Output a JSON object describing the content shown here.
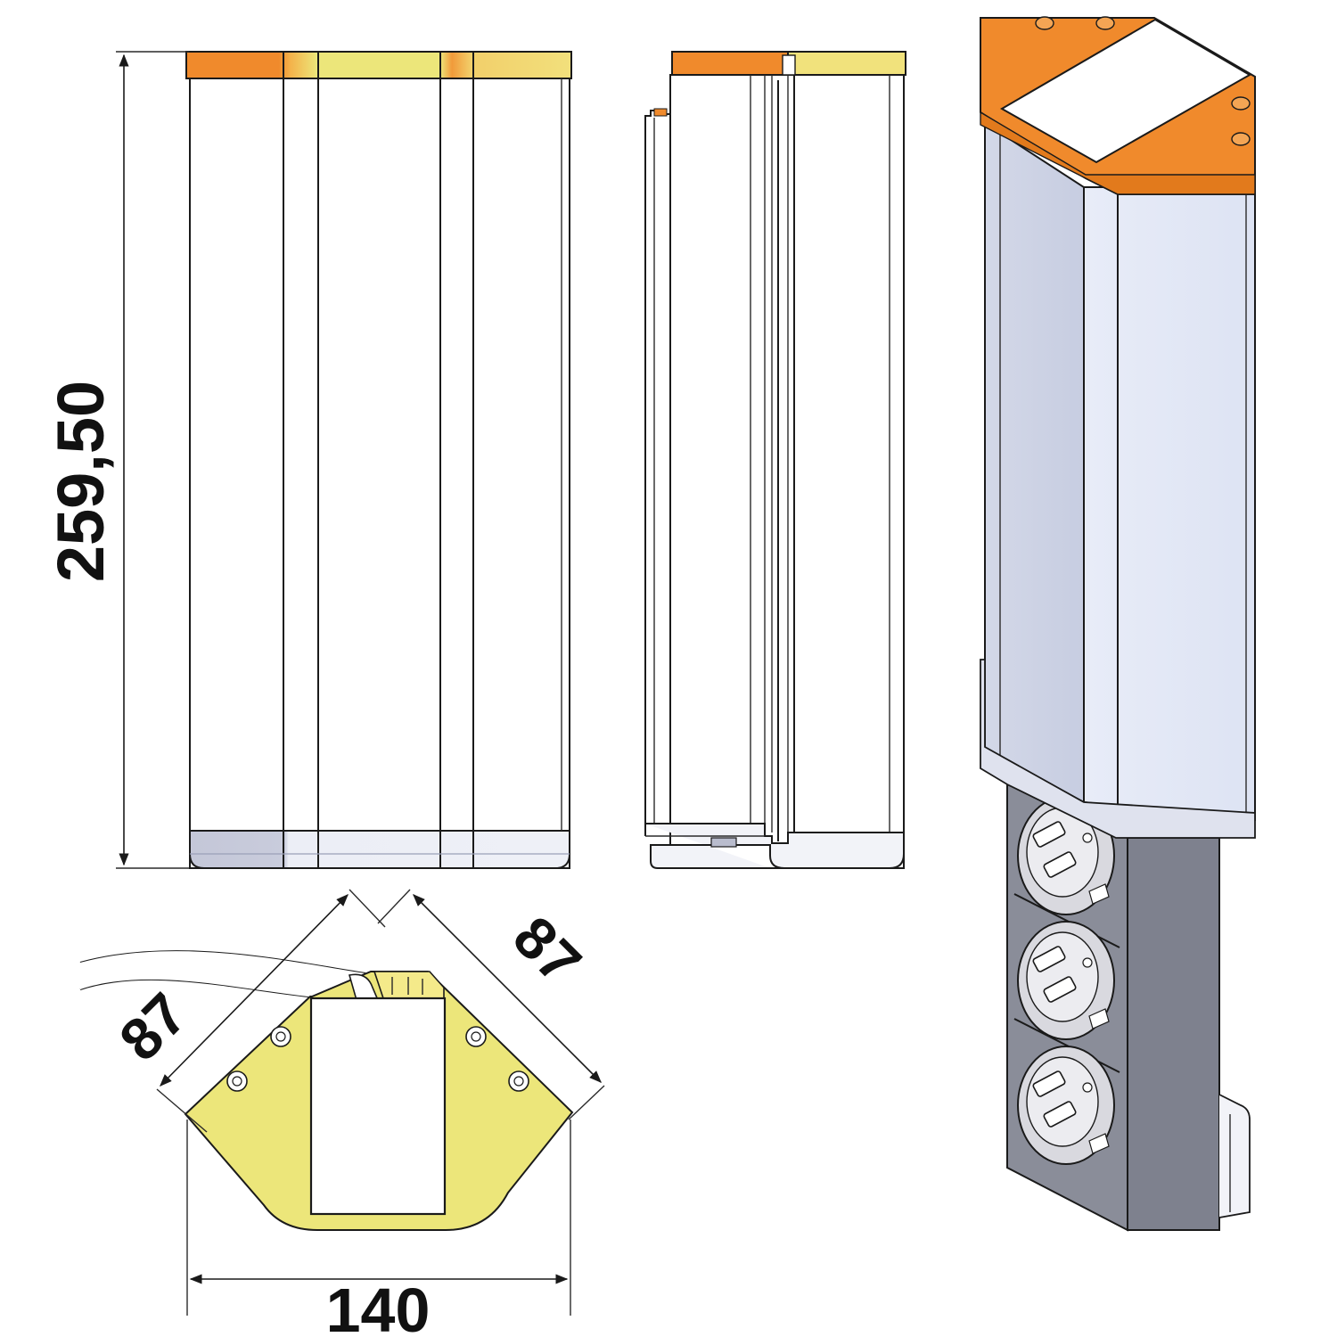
{
  "drawing": {
    "views": [
      "front-view",
      "side-view",
      "top-view",
      "isometric-view"
    ],
    "dimensions": {
      "height": "259,50",
      "width": "140",
      "side_left": "87",
      "side_right": "87"
    },
    "socket_count": 3,
    "colors": {
      "cap_orange": "#f08a2c",
      "cap_yellow": "#ece67a",
      "base_grey": "#c9ccdf",
      "body_light": "#dfe4f4",
      "body_side": "#cdd3e6",
      "socket_panel": "#8a8d99",
      "socket_face": "#d8d8de",
      "outline": "#1a1a1a"
    }
  }
}
